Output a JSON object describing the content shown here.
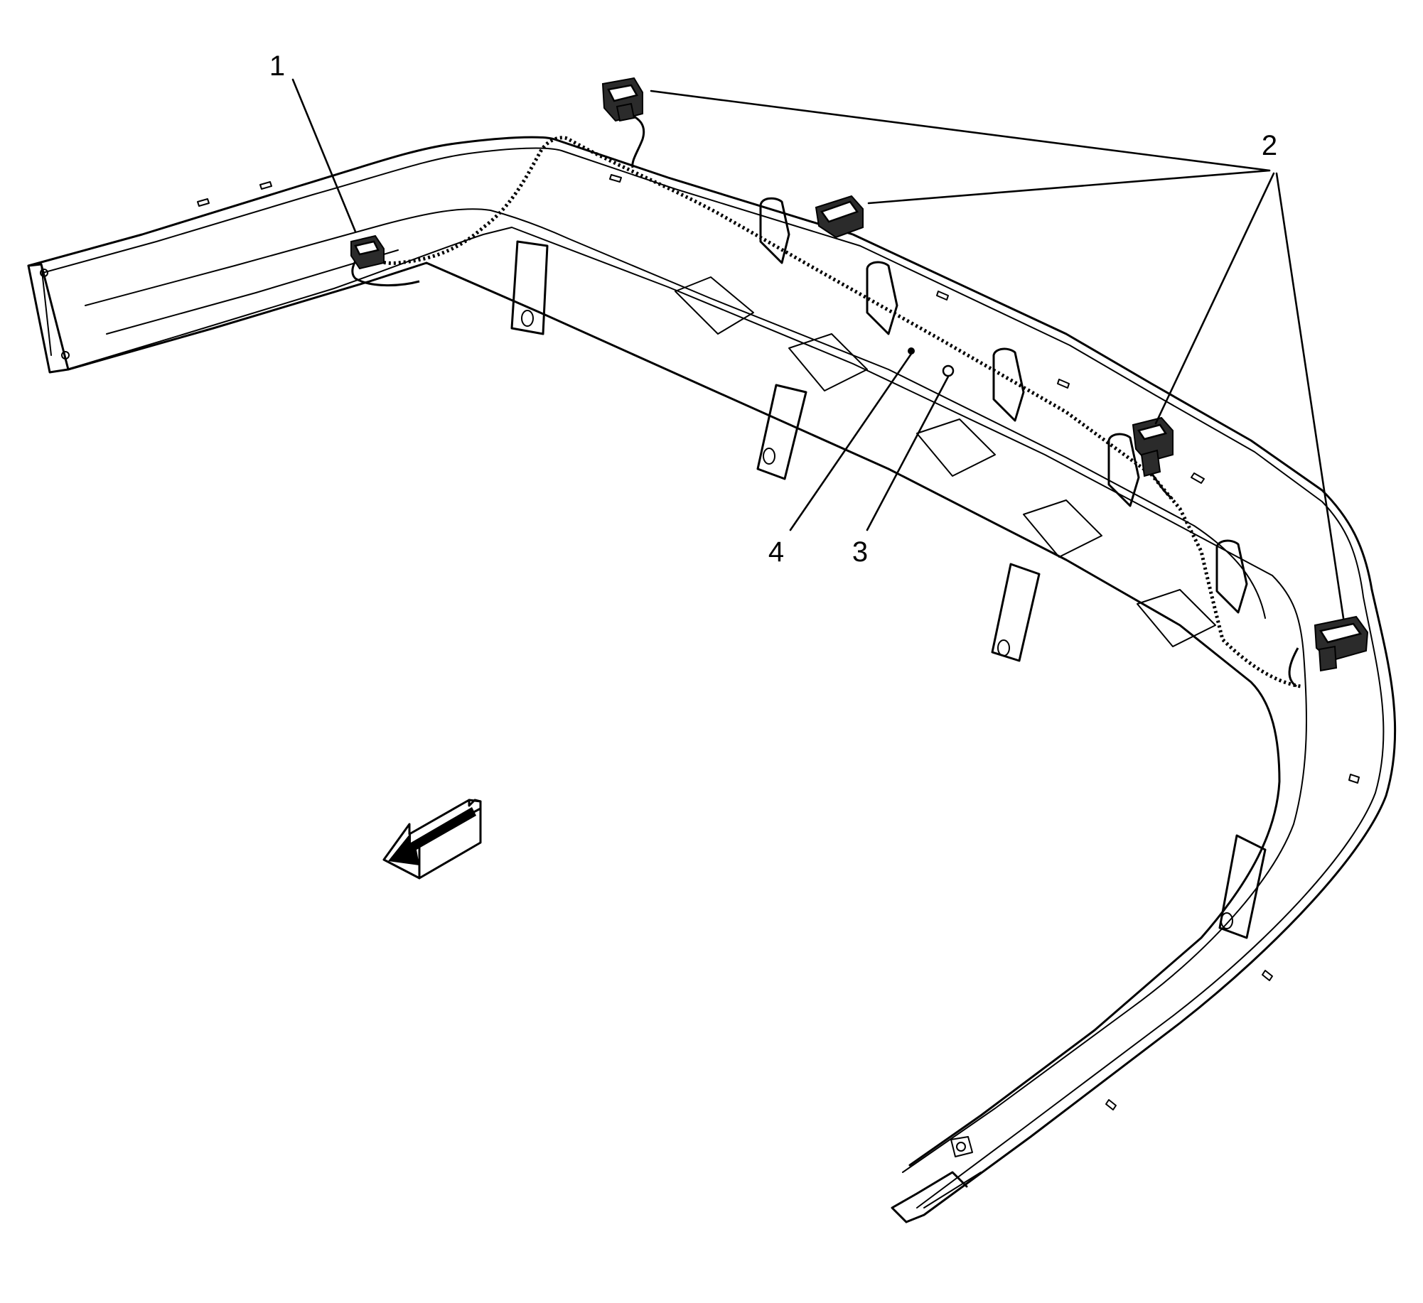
{
  "diagram": {
    "callouts": [
      {
        "id": "callout-1",
        "label": "1"
      },
      {
        "id": "callout-2",
        "label": "2"
      },
      {
        "id": "callout-3",
        "label": "3"
      },
      {
        "id": "callout-4",
        "label": "4"
      }
    ],
    "colors": {
      "line": "#000000",
      "background": "#ffffff"
    },
    "icons": {
      "direction_arrow": "front-direction-arrow-icon"
    }
  }
}
